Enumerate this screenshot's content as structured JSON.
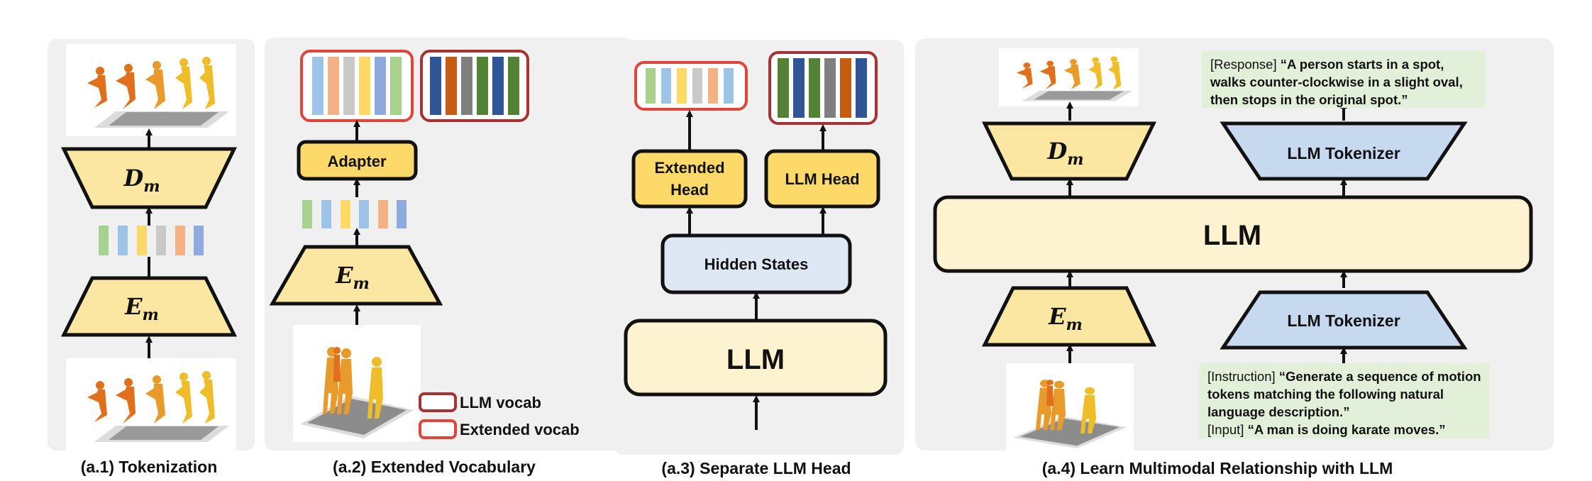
{
  "panels": {
    "tokenization": {
      "caption": "(a.1) Tokenization",
      "decoder": "D",
      "decoder_sub": "m",
      "encoder": "E",
      "encoder_sub": "m"
    },
    "extended_vocabulary": {
      "caption": "(a.2) Extended Vocabulary",
      "adapter": "Adapter",
      "encoder": "E",
      "encoder_sub": "m",
      "legend": [
        {
          "label": "LLM vocab",
          "color": "#a83232"
        },
        {
          "label": "Extended vocab",
          "color": "#e0443a"
        }
      ]
    },
    "separate_head": {
      "caption": "(a.3) Separate LLM Head",
      "extended_head_line1": "Extended",
      "extended_head_line2": "Head",
      "llm_head": "LLM Head",
      "hidden_states": "Hidden States",
      "llm": "LLM"
    },
    "multimodal": {
      "caption": "(a.4) Learn Multimodal Relationship with LLM",
      "decoder": "D",
      "decoder_sub": "m",
      "encoder": "E",
      "encoder_sub": "m",
      "tokenizer_top": "LLM Tokenizer",
      "tokenizer_bottom": "LLM Tokenizer",
      "llm": "LLM",
      "response_tag": "[Response]",
      "response_text": "“A person starts in a spot, walks counter-clockwise in a slight oval, then stops in the original spot.”",
      "instruction_tag": "[Instruction]",
      "instruction_text": "“Generate a sequence of motion tokens matching the following natural language description.”",
      "input_tag": "[Input]",
      "input_text": "“A man is doing karate moves.”"
    }
  },
  "colors": {
    "panel_bg": "#f0f0f0",
    "module_yellow": "#fbe6a2",
    "head_yellow": "#fcd969",
    "llm_cream": "#fdf3d1",
    "hidden_blue": "#dde8f4",
    "tokenizer_blue": "#c6d9ef",
    "note_green": "#e2efd9",
    "token_green": "#a9d18e",
    "token_blue": "#9dc3e6",
    "token_yellow": "#ffd966",
    "token_gray": "#c9c9c9",
    "token_orange": "#f4b183",
    "token_light_blue": "#8faadc",
    "vocab_blue": "#2f5597",
    "vocab_orange": "#c55a11",
    "vocab_gray": "#7f7f7f",
    "vocab_green": "#548235",
    "border_red": "#e0443a",
    "border_dark_red": "#a83232"
  }
}
